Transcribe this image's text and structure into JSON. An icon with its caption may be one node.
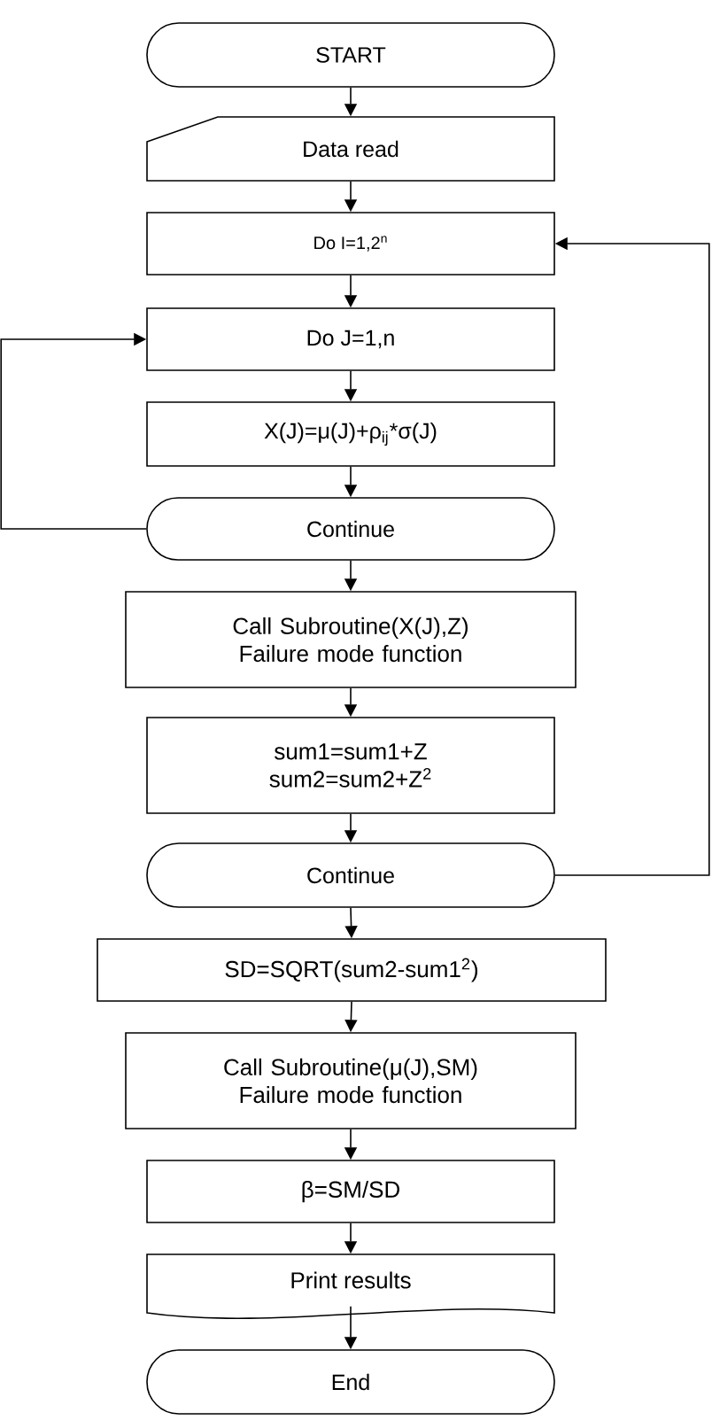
{
  "diagram": {
    "nodes": [
      {
        "text": [
          "START"
        ]
      },
      {
        "text": [
          "Data read"
        ]
      },
      {
        "text": [
          "Do I=1,2$^{n}$"
        ]
      },
      {
        "text": [
          "Do J=1,n"
        ]
      },
      {
        "text": [
          "X(J)=μ(J)+ρ$_{ij}$*σ(J)"
        ]
      },
      {
        "text": [
          "Continue"
        ]
      },
      {
        "text": [
          "Call Subroutine(X(J),Z) Failure mode function"
        ]
      },
      {
        "text": [
          "sum1=sum1+Z sum2=sum2+Z$^{2}$"
        ]
      },
      {
        "text": [
          "Continue"
        ]
      },
      {
        "text": [
          "SD=SQRT(sum2-sum1$^{2}$)"
        ]
      },
      {
        "text": [
          "Call Subroutine(μ(J),SM) Failure mode function"
        ]
      },
      {
        "text": [
          "β=SM/SD"
        ]
      },
      {
        "text": [
          "Print results"
        ]
      },
      {
        "text": [
          "End"
        ]
      }
    ],
    "edges": [
      {
        "from": 0,
        "to": 1,
        "arrow": "to"
      },
      {
        "from": 1,
        "to": 2,
        "arrow": "to"
      },
      {
        "from": 2,
        "to": 3,
        "arrow": "to"
      },
      {
        "from": 3,
        "to": 4,
        "arrow": "to"
      },
      {
        "from": 4,
        "to": 5,
        "arrow": "to"
      },
      {
        "from": 5,
        "to": 6,
        "arrow": "to"
      },
      {
        "from": 6,
        "to": 7,
        "arrow": "to"
      },
      {
        "from": 7,
        "to": 8,
        "arrow": "to"
      },
      {
        "from": 8,
        "to": 9,
        "arrow": "to"
      },
      {
        "from": 9,
        "to": 10,
        "arrow": "to"
      },
      {
        "from": 10,
        "to": 11,
        "arrow": "to"
      },
      {
        "from": 11,
        "to": 12,
        "arrow": "to"
      },
      {
        "from": 12,
        "to": 13,
        "arrow": "to"
      },
      {
        "from": 8,
        "to": 2,
        "arrow": "to"
      },
      {
        "from": 5,
        "to": 3,
        "arrow": "to"
      }
    ]
  }
}
